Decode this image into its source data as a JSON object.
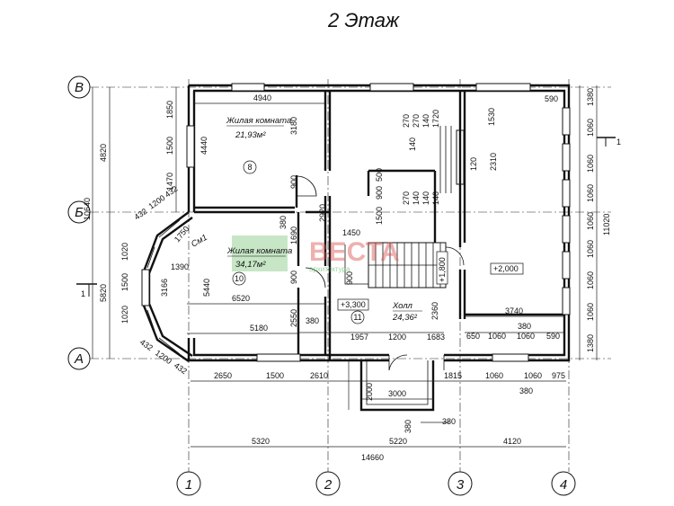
{
  "title": "2 Этаж",
  "axes": {
    "letters": [
      "А",
      "Б",
      "В"
    ],
    "numbers": [
      "1",
      "2",
      "3",
      "4"
    ]
  },
  "section_marks": [
    "1",
    "1"
  ],
  "rooms": [
    {
      "name": "Жилая комната",
      "area": "21,93м²",
      "number": "8"
    },
    {
      "name": "Жилая комната",
      "area": "34,17м²",
      "number": "10"
    },
    {
      "name": "Холл",
      "area": "24,36²",
      "number": "11"
    },
    {
      "name": "См1"
    }
  ],
  "levels": {
    "hall": "+3,300",
    "stair": "+1,800",
    "garage": "+2,000"
  },
  "watermark": {
    "brand": "ВЕСТА",
    "sub": "архитектура"
  },
  "dims": {
    "top_4940": "4940",
    "left_1850": "1850",
    "left_1500a": "1500",
    "left_1470": "1470",
    "left_4820": "4820",
    "left_10640": "10640",
    "left_5820": "5820",
    "left_1020a": "1020",
    "left_1500b": "1500",
    "left_1020b": "1020",
    "r8_4440": "4440",
    "r8_3180": "3180",
    "r8_900": "900",
    "bay_432a": "432",
    "bay_1200a": "1200",
    "bay_432b": "432",
    "bay_432c": "432",
    "bay_1200b": "1200",
    "bay_432d": "432",
    "r10_1750": "1750",
    "r10_1390": "1390",
    "r10_3166": "3166",
    "r10_5440": "5440",
    "r10_6520": "6520",
    "r10_5180": "5180",
    "r10_380": "380",
    "r10_380b": "380",
    "r10_1690": "1690",
    "r10_2550": "2550",
    "r10_900": "900",
    "hall_2920": "2920",
    "hall_1450": "1450",
    "hall_1500": "1500",
    "hall_900": "900",
    "hall_500": "500",
    "hall_900b": "900",
    "hall_2360": "2360",
    "hall_1957": "1957",
    "hall_1200": "1200",
    "hall_1683": "1683",
    "st_270a": "270",
    "st_270b": "270",
    "st_140a": "140",
    "st_1720": "1720",
    "st_140b": "140",
    "st_270c": "270",
    "st_140c": "140",
    "st_140d": "140",
    "st_140e": "140",
    "g_1530": "1530",
    "g_590": "590",
    "g_120": "120",
    "g_2310": "2310",
    "g_3740": "3740",
    "g_380": "380",
    "g_650": "650",
    "g_1060a": "1060",
    "g_1060b": "1060",
    "g_590b": "590",
    "right_1380a": "1380",
    "right_1060a": "1060",
    "right_1060b": "1060",
    "right_1060c": "1060",
    "right_1060d": "1060",
    "right_1060e": "1060",
    "right_1060f": "1060",
    "right_1060g": "1060",
    "right_1380b": "1380",
    "right_11020": "11020",
    "bot_2650": "2650",
    "bot_1500": "1500",
    "bot_2610": "2610",
    "bot_1815": "1815",
    "bot_1060a": "1060",
    "bot_1060b": "1060",
    "bot_975": "975",
    "bot_380": "380",
    "porch_2000": "2000",
    "porch_3000": "3000",
    "porch_380a": "380",
    "porch_380b": "380",
    "ax_5320": "5320",
    "ax_5220": "5220",
    "ax_4120": "4120",
    "ax_14660": "14660"
  }
}
